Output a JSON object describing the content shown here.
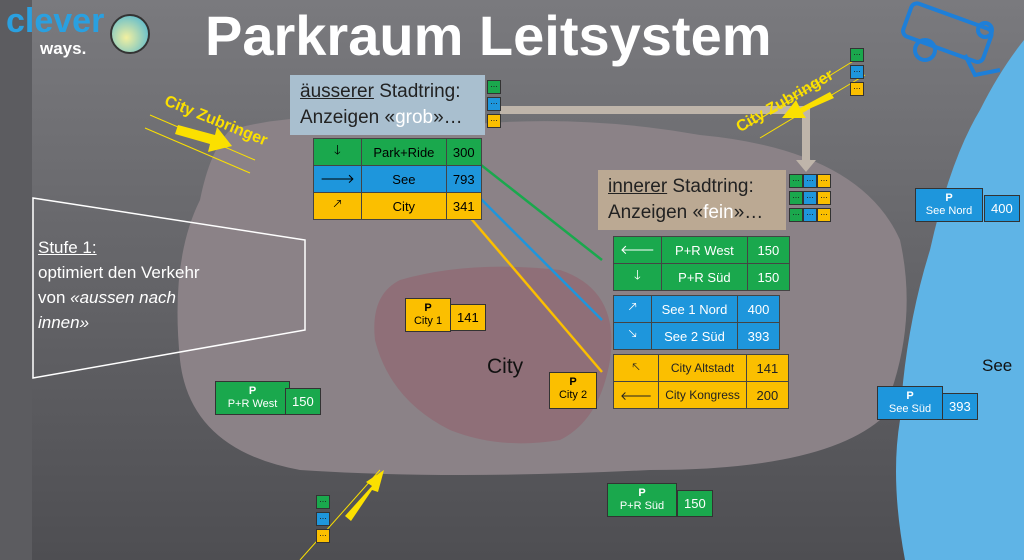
{
  "title": "Parkraum Leitsystem",
  "logo": {
    "line1": "clever",
    "line2": "ways."
  },
  "outer_ring": {
    "word": "äusserer",
    "rest": " Stadtring:",
    "line2_pre": "Anzeigen «",
    "highlight": "grob",
    "line2_post": "»…"
  },
  "inner_ring": {
    "word": "innerer",
    "rest": " Stadtring:",
    "line2_pre": "Anzeigen «",
    "highlight": "fein",
    "line2_post": "»…"
  },
  "outer_sign": [
    {
      "arrow": "down",
      "glyph": "🡓",
      "label": "Park+Ride",
      "value": "300",
      "color": "green"
    },
    {
      "arrow": "right",
      "glyph": "🡒",
      "label": "See",
      "value": "793",
      "color": "blue"
    },
    {
      "arrow": "up-right",
      "glyph": "🡕",
      "label": "City",
      "value": "341",
      "color": "yellow"
    }
  ],
  "inner_sign": [
    {
      "glyph": "🡐",
      "label": "P+R West",
      "value": "150",
      "color": "green"
    },
    {
      "glyph": "🡓",
      "label": "P+R Süd",
      "value": "150",
      "color": "green"
    },
    {
      "glyph": "🡕",
      "label": "See 1 Nord",
      "value": "400",
      "color": "blue"
    },
    {
      "glyph": "🡖",
      "label": "See 2 Süd",
      "value": "393",
      "color": "blue"
    },
    {
      "glyph": "🡔",
      "label": "City Altstadt",
      "value": "141",
      "color": "yellow"
    },
    {
      "glyph": "🡐",
      "label": "City Kongress",
      "value": "200",
      "color": "yellow"
    }
  ],
  "parkings": [
    {
      "p": "P",
      "name": "See Nord",
      "value": "400"
    },
    {
      "p": "P",
      "name": "City 1",
      "value": "141"
    },
    {
      "p": "P",
      "name": "City 2",
      "value": ""
    },
    {
      "p": "P",
      "name": "P+R West",
      "value": "150"
    },
    {
      "p": "P",
      "name": "See Süd",
      "value": "393"
    },
    {
      "p": "P",
      "name": "P+R Süd",
      "value": "150"
    }
  ],
  "zubringer_left": "City Zubringer",
  "zubringer_right": "City Zubringer",
  "city_label": "City",
  "see_label": "See",
  "mini_dots": "...",
  "stufe": {
    "heading": "Stufe 1:",
    "line1": "optimiert den Verkehr",
    "line2_pre": "von ",
    "line2_it": "«aussen nach",
    "line3_it": "innen»"
  },
  "colors": {
    "green": "#1aa84d",
    "blue": "#1e96dc",
    "yellow": "#fbbf00",
    "lake": "#5fb4e6"
  }
}
